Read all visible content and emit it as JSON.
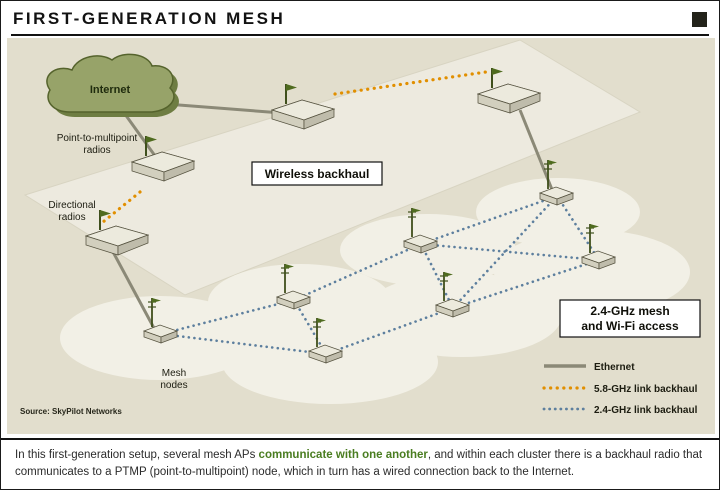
{
  "title": "FIRST-GENERATION MESH",
  "diagram": {
    "internet": "Internet",
    "labels": {
      "ptmp": [
        "Point-to-multipoint",
        "radios"
      ],
      "directional": [
        "Directional",
        "radios"
      ],
      "wireless_backhaul": "Wireless backhaul",
      "mesh_access": [
        "2.4-GHz mesh",
        "and Wi-Fi access"
      ],
      "mesh_nodes": [
        "Mesh",
        "nodes"
      ]
    },
    "source": "Source: SkyPilot Networks",
    "legend": {
      "items": [
        {
          "label": "Ethernet",
          "style": "solid",
          "color": "#8b8977"
        },
        {
          "label": "5.8-GHz link backhaul",
          "style": "dotted",
          "color": "#e18f00"
        },
        {
          "label": "2.4-GHz link backhaul",
          "style": "dotted",
          "color": "#5d7f9e"
        }
      ]
    }
  },
  "caption": {
    "part1": "In this first-generation setup, several mesh APs ",
    "highlight": "communicate with one another",
    "part2": ", and within each cluster there is a backhaul radio that communicates to a PTMP (point-to-multipoint) node, which in turn has a wired connection back to the Internet."
  },
  "colors": {
    "background": "#e2decd",
    "platform": "#edeadf",
    "cluster_ellipse": "#f2f0e6",
    "cloud": "#97a369",
    "highlight_green": "#4a7d21"
  }
}
